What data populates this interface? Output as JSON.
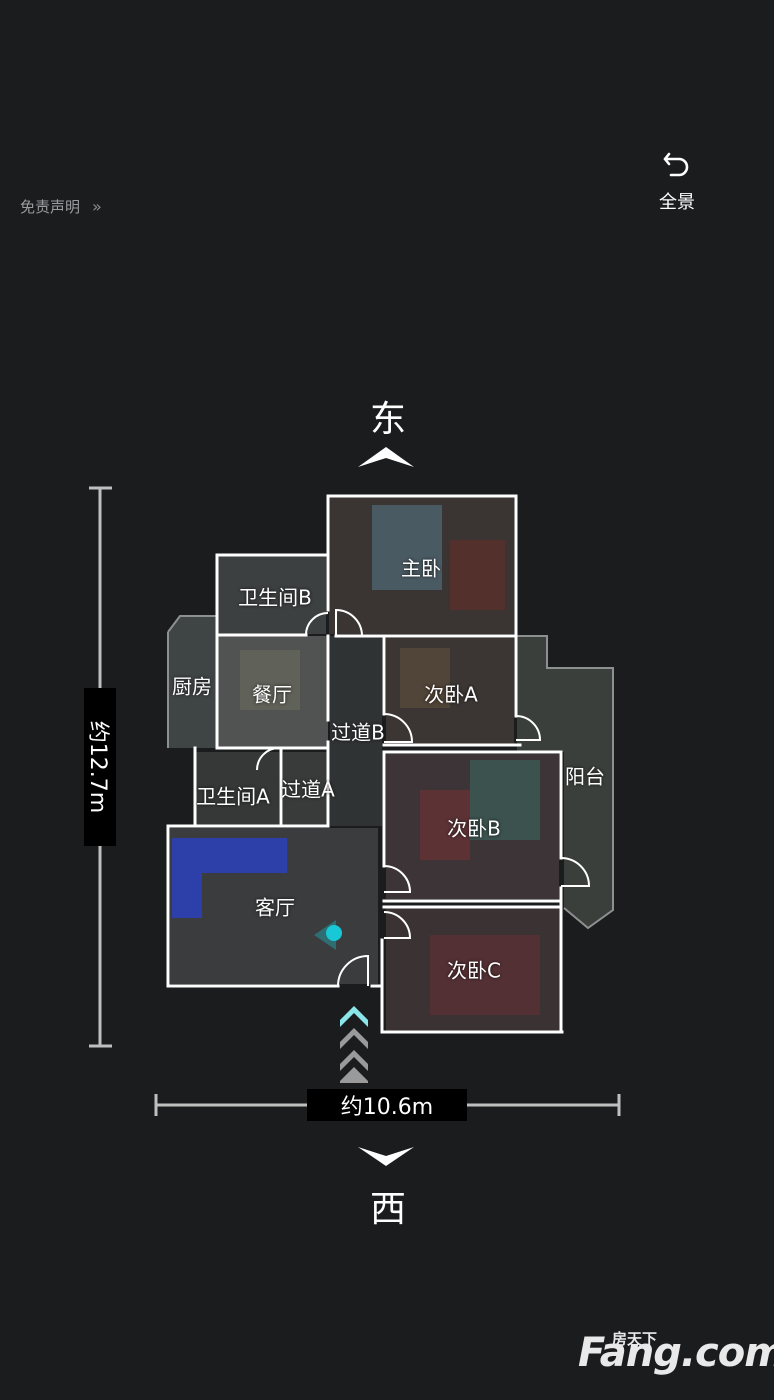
{
  "header": {
    "disclaimer_label": "免责声明",
    "disclaimer_chevron": "»",
    "panorama_label": "全景"
  },
  "compass": {
    "north_label": "东",
    "south_label": "西"
  },
  "dimensions": {
    "width_label": "约10.6m",
    "height_label": "约12.7m"
  },
  "rooms": {
    "master_bedroom": "主卧",
    "bathroom_b": "卫生间B",
    "kitchen": "厨房",
    "dining_room": "餐厅",
    "corridor_b": "过道B",
    "bedroom_a": "次卧A",
    "balcony": "阳台",
    "bathroom_a": "卫生间A",
    "corridor_a": "过道A",
    "bedroom_b": "次卧B",
    "living_room": "客厅",
    "bedroom_c": "次卧C"
  },
  "watermark": {
    "brand_main": "Fang.com",
    "brand_cn": "房天下"
  },
  "colors": {
    "background": "#1b1c1e",
    "wall": "#ffffff",
    "marker": "#19c8d6",
    "room_fill": "#2e3132"
  }
}
